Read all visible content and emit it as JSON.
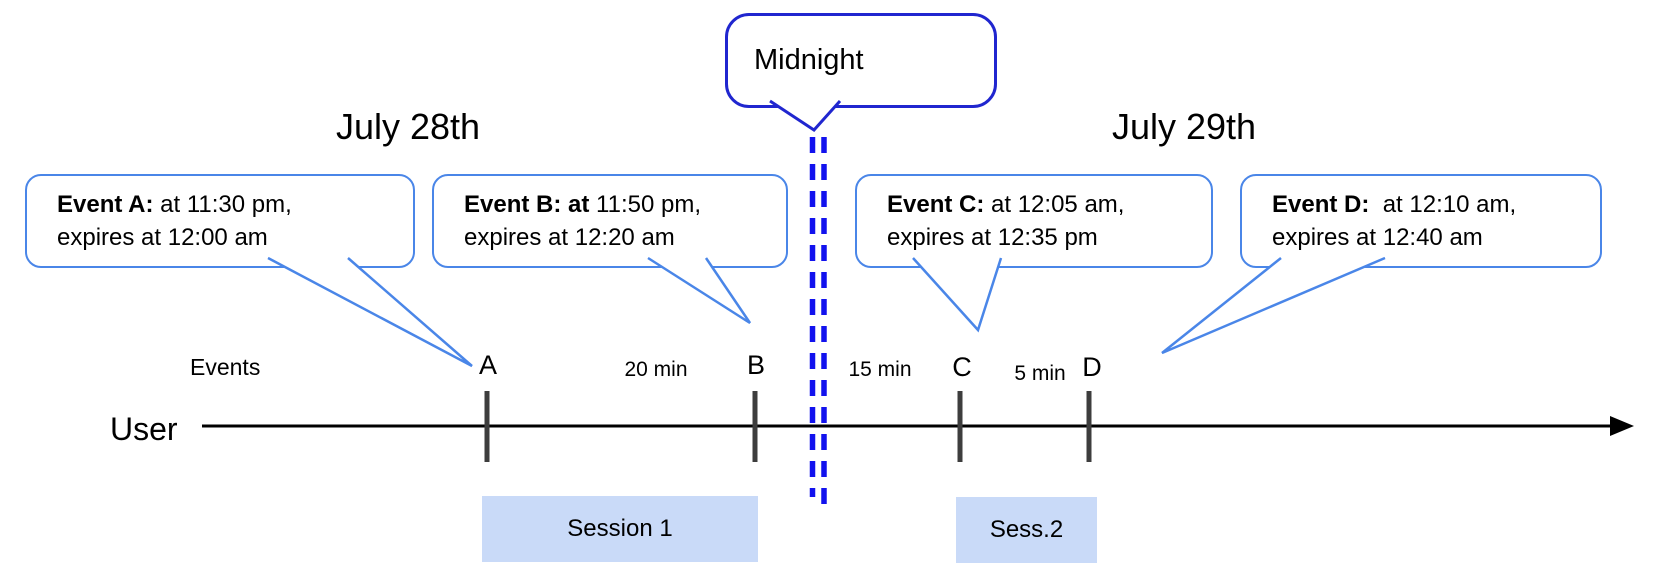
{
  "dates": {
    "day1": "July 28th",
    "day2": "July 29th"
  },
  "midnight": {
    "label": "Midnight"
  },
  "events": [
    {
      "bold": "Event A:",
      "rest": " at 11:30 pm,",
      "line2": "expires at 12:00 am",
      "marker": "A"
    },
    {
      "bold": "Event B: at",
      "rest": " 11:50 pm,",
      "line2": "expires at 12:20 am",
      "marker": "B"
    },
    {
      "bold": "Event C:",
      "rest": " at 12:05 am,",
      "line2": "expires at 12:35 pm",
      "marker": "C"
    },
    {
      "bold": "Event D:",
      "rest": "  at 12:10 am,",
      "line2": "expires at 12:40 am",
      "marker": "D"
    }
  ],
  "timeline": {
    "row_label": "User",
    "events_label": "Events",
    "intervals": [
      {
        "label": "20 min"
      },
      {
        "label": "15 min"
      },
      {
        "label": "5 min"
      }
    ]
  },
  "sessions": [
    {
      "label": "Session 1"
    },
    {
      "label": "Sess.2"
    }
  ],
  "colors": {
    "event_bubble_border": "#4a86e8",
    "midnight_border": "#2026cf",
    "midnight_dash": "#1212ee",
    "session_fill": "#c9daf8",
    "tick": "#3d3d3d"
  }
}
